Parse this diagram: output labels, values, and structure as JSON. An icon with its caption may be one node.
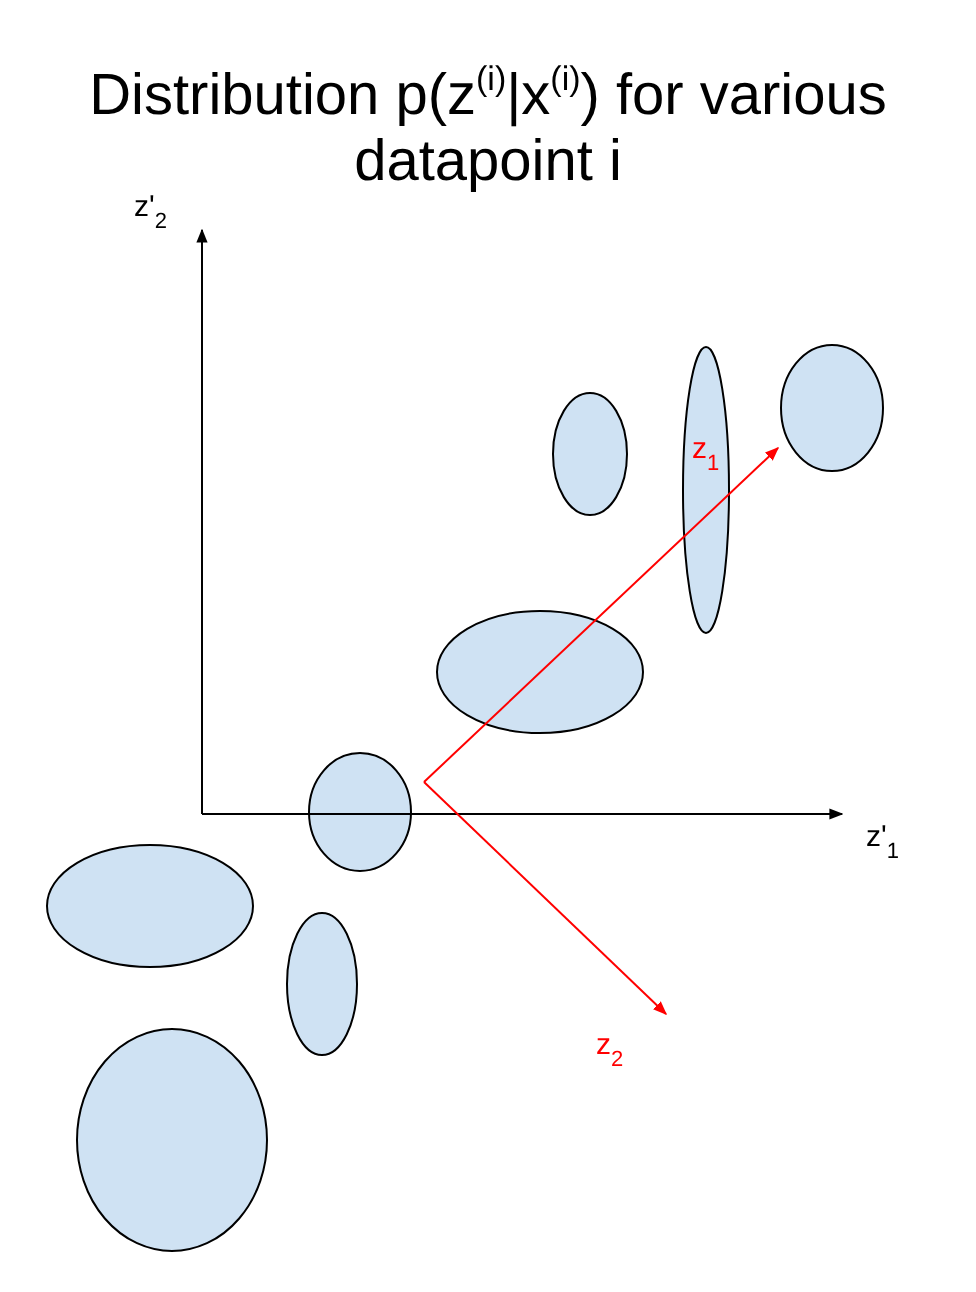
{
  "diagram": {
    "title": "Distribution p(z$^{(i)}$|x$^{(i)}$) for various datapoint i",
    "nodes": [
      {
        "text": [],
        "shape": "ellipse"
      },
      {
        "text": [],
        "shape": "ellipse"
      },
      {
        "text": [],
        "shape": "ellipse"
      },
      {
        "text": [],
        "shape": "ellipse"
      },
      {
        "text": [],
        "shape": "ellipse"
      },
      {
        "text": [],
        "shape": "ellipse"
      },
      {
        "text": [],
        "shape": "ellipse"
      },
      {
        "text": [],
        "shape": "ellipse"
      }
    ],
    "labels": [
      "z'$_{2}$",
      "z$_{1}$",
      "z'$_{1}$",
      "z$_{2}$"
    ]
  }
}
